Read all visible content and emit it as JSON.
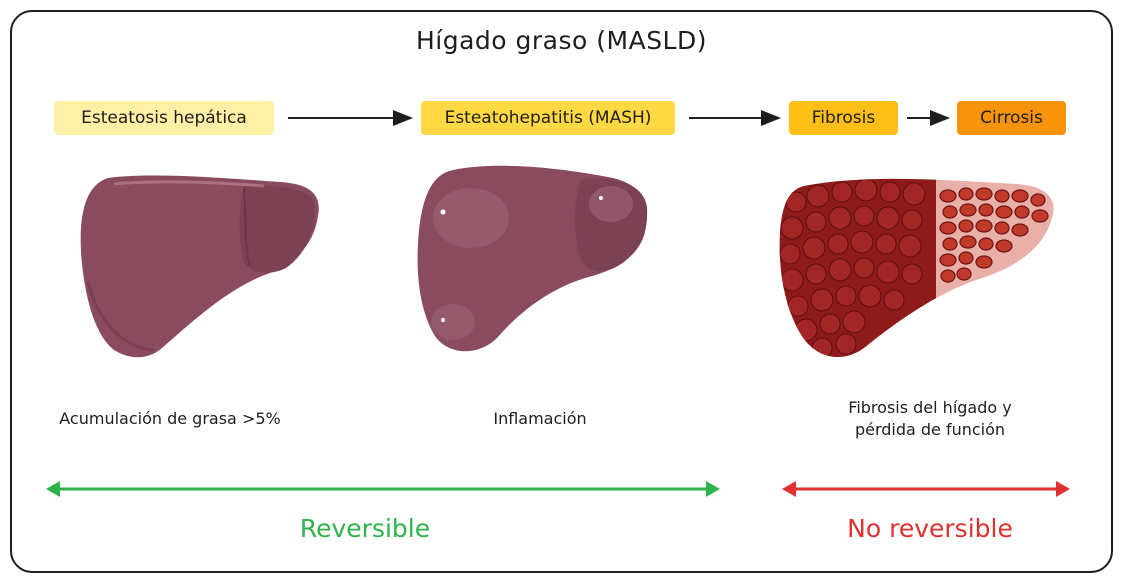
{
  "title": "Hígado graso (MASLD)",
  "stages": [
    {
      "label": "Esteatosis hepática",
      "color": "#fff0a6"
    },
    {
      "label": "Esteatohepatitis (MASH)",
      "color": "#ffd943"
    },
    {
      "label": "Fibrosis",
      "color": "#ffbf17"
    },
    {
      "label": "Cirrosis",
      "color": "#f7940b"
    }
  ],
  "captions": {
    "steatosis": "Acumulación de grasa >5%",
    "mash": "Inflamación",
    "fibrosis_line1": "Fibrosis del hígado y",
    "fibrosis_line2": "pérdida de función"
  },
  "ranges": {
    "reversible": {
      "label": "Reversible",
      "color": "#2eb34a"
    },
    "irreversible": {
      "label": "No reversible",
      "color": "#e03131"
    }
  },
  "colors": {
    "liver": "#8a4b5e",
    "liver_dark": "#6d3547",
    "cirrhotic": "#8e1b1b"
  },
  "icons": [
    "healthy-liver-illustration",
    "inflamed-liver-illustration",
    "cirrhotic-liver-illustration"
  ]
}
